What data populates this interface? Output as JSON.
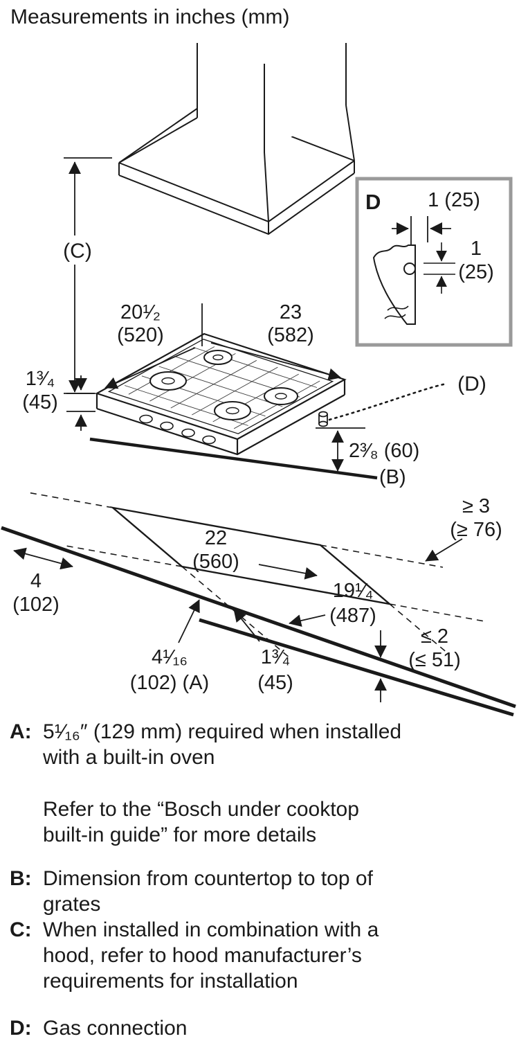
{
  "title": "Measurements in inches (mm)",
  "labels": {
    "c": "(C)",
    "cooktop_depth_1": "20¹⁄₂",
    "cooktop_depth_2": "(520)",
    "cooktop_width_1": "23",
    "cooktop_width_2": "(582)",
    "cooktop_height_1": "1³⁄₄",
    "cooktop_height_2": "(45)",
    "gas": "(D)",
    "grate_1": "2³⁄₈ (60)",
    "grate_2": "(B)",
    "cutout_width_1": "22",
    "cutout_width_2": "(560)",
    "rear_1": "≥ 3",
    "rear_2": "(≥ 76)",
    "left_1": "4",
    "left_2": "(102)",
    "cutout_depth_1": "19¹⁄₄",
    "cutout_depth_2": "(487)",
    "thickness_1": "≤ 2",
    "thickness_2": "(≤ 51)",
    "front_1": "4¹⁄₁₆",
    "front_2": "(102) (A)",
    "side_1": "1³⁄₄",
    "side_2": "(45)",
    "inset_d": "D",
    "inset_w": "1 (25)",
    "inset_h1": "1",
    "inset_h2": "(25)"
  },
  "notes": [
    {
      "key": "A:",
      "lines": [
        "5¹⁄₁₆″ (129 mm) required when installed",
        "with a built-in oven"
      ]
    },
    {
      "key": "",
      "lines": [
        "Refer to the “Bosch under cooktop",
        "built-in guide” for more details"
      ]
    },
    {
      "key": "B:",
      "lines": [
        "Dimension from countertop to top of",
        "grates"
      ]
    },
    {
      "key": "C:",
      "lines": [
        "When installed in combination with a",
        "hood, refer to hood manufacturer’s",
        "requirements for installation"
      ]
    },
    {
      "key": "D:",
      "lines": [
        "Gas connection"
      ]
    }
  ],
  "colors": {
    "ink": "#1a1a1a",
    "inset_border": "#9a9a9a"
  }
}
